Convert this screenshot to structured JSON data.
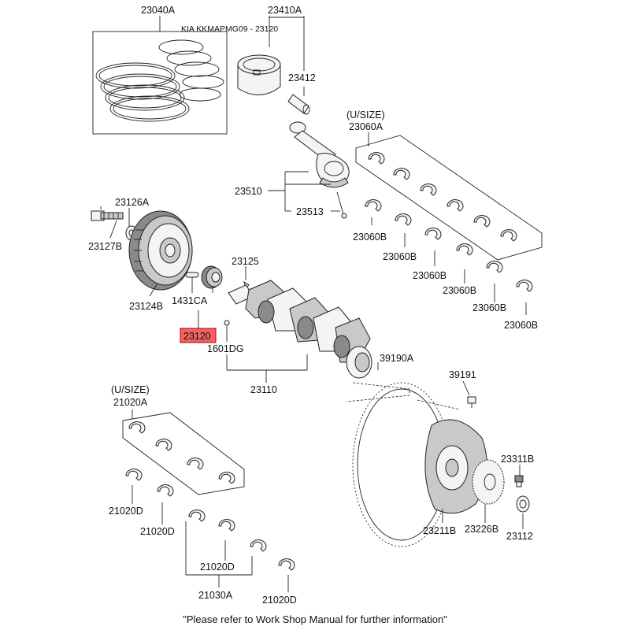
{
  "header_text": "KIA KKMAPMG09 - 23120",
  "highlight_color": "#f26262",
  "parts": {
    "p23040A": "23040A",
    "p23410A": "23410A",
    "p23412": "23412",
    "p23060A_u": "(U/SIZE)",
    "p23060A": "23060A",
    "p23510": "23510",
    "p23513": "23513",
    "p23126A": "23126A",
    "p23127B": "23127B",
    "p23124B": "23124B",
    "p1431CA": "1431CA",
    "p23125": "23125",
    "p23120": "23120",
    "p1601DG": "1601DG",
    "p23110": "23110",
    "p23060B_1": "23060B",
    "p23060B_2": "23060B",
    "p23060B_3": "23060B",
    "p23060B_4": "23060B",
    "p23060B_5": "23060B",
    "p23060B_6": "23060B",
    "p39190A": "39190A",
    "p39191": "39191",
    "p21020A_u": "(U/SIZE)",
    "p21020A": "21020A",
    "p23311B": "23311B",
    "p21020D_1": "21020D",
    "p21020D_2": "21020D",
    "p21020D_3": "21020D",
    "p21020D_4": "21020D",
    "p23211B": "23211B",
    "p23226B": "23226B",
    "p23112": "23112",
    "p21030A": "21030A"
  },
  "footer": "\"Please refer to Work Shop Manual for further information\""
}
